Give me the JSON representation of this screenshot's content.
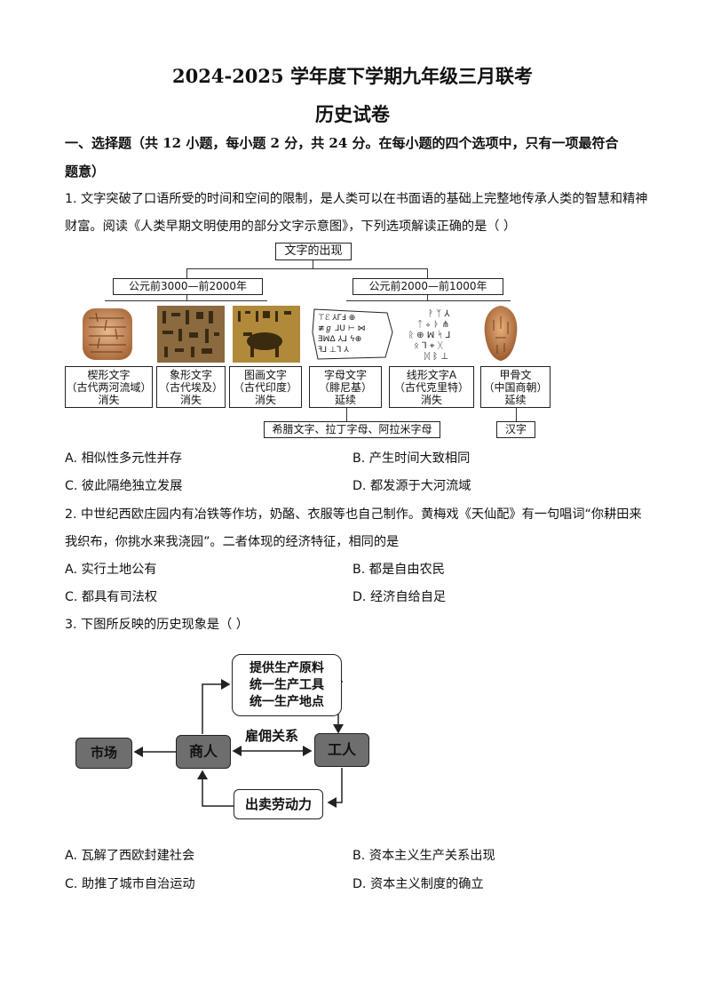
{
  "header": {
    "title": "2024-2025 学年度下学期九年级三月联考",
    "subtitle": "历史试卷"
  },
  "section1": {
    "heading_line1": "一、选择题（共 12 小题，每小题 2 分，共 24 分。在每小题的四个选项中，只有一项最符合",
    "heading_line2": "题意）"
  },
  "q1": {
    "line1": "1. 文字突破了口语所受的时间和空间的限制，是人类可以在书面语的基础上完整地传承人类的智慧和精神",
    "line2": "财富。阅读《人类早期文明使用的部分文字示意图》，下列选项解读正确的是（      ）",
    "diagram": {
      "root": "文字的出现",
      "period1": "公元前3000—前2000年",
      "period2": "公元前2000—前1000年",
      "scripts": [
        {
          "name": "楔形文字",
          "region": "（古代两河流域）",
          "fate": "消失"
        },
        {
          "name": "象形文字",
          "region": "（古代埃及）",
          "fate": "消失"
        },
        {
          "name": "图画文字",
          "region": "（古代印度）",
          "fate": "消失"
        },
        {
          "name": "字母文字",
          "region": "（腓尼基）",
          "fate": "延续"
        },
        {
          "name": "线形文字A",
          "region": "（古代克里特）",
          "fate": "消失"
        },
        {
          "name": "甲骨文",
          "region": "（中国商朝）",
          "fate": "延续"
        }
      ],
      "descendant1": "希腊文字、拉丁字母、阿拉米字母",
      "descendant2": "汉字"
    },
    "options": {
      "A": "A.  相似性多元性并存",
      "B": "B.  产生时间大致相同",
      "C": "C.  彼此隔绝独立发展",
      "D": "D.  都发源于大河流域"
    }
  },
  "q2": {
    "line1": "2. 中世纪西欧庄园内有冶铁等作坊，奶酪、衣服等也自己制作。黄梅戏《天仙配》有一句唱词“你耕田来",
    "line2": "我织布，你挑水来我浇园”。二者体现的经济特征，相同的是",
    "options": {
      "A": "A.  实行土地公有",
      "B": "B.  都是自由农民",
      "C": "C.  都具有司法权",
      "D": "D.  经济自给自足"
    }
  },
  "q3": {
    "line1": "3. 下图所反映的历史现象是（      ）",
    "diagram": {
      "top_box_lines": [
        "提供生产原料",
        "统一生产工具",
        "统一生产地点"
      ],
      "market": "市场",
      "merchant": "商人",
      "worker": "工人",
      "relation": "雇佣关系",
      "labor": "出卖劳动力"
    },
    "options": {
      "A": "A.  瓦解了西欧封建社会",
      "B": "B.  资本主义生产关系出现",
      "C": "C.  助推了城市自治运动",
      "D": "D.  资本主义制度的确立"
    }
  },
  "colors": {
    "dark_box": "#6e6e6e",
    "text": "#111111"
  }
}
